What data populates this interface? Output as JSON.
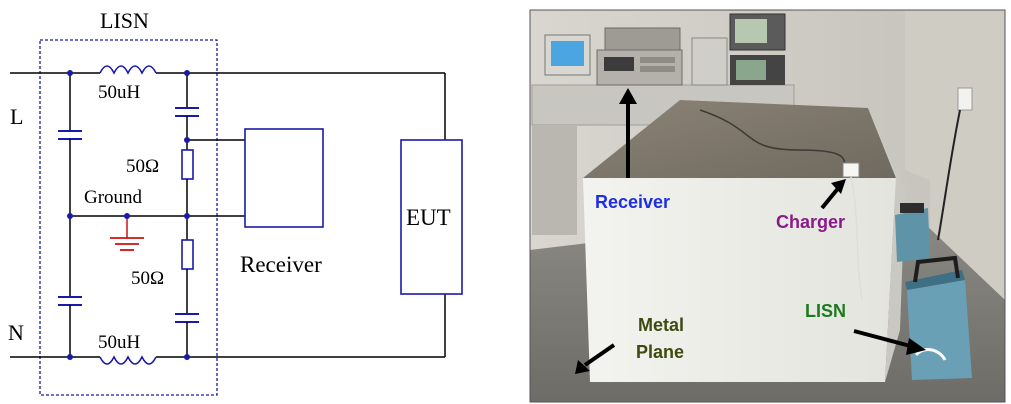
{
  "schematic": {
    "lisn_label": "LISN",
    "line_label": "L",
    "neutral_label": "N",
    "inductor_top_label": "50uH",
    "inductor_bottom_label": "50uH",
    "resistor_top_label": "50Ω",
    "resistor_bottom_label": "50Ω",
    "ground_label": "Ground",
    "receiver_label": "Receiver",
    "eut_label": "EUT"
  },
  "photo": {
    "labels": {
      "receiver": "Receiver",
      "charger": "Charger",
      "lisn": "LISN",
      "metal_plane_line1": "Metal",
      "metal_plane_line2": "Plane"
    },
    "label_colors": {
      "receiver": "#1d2fe0",
      "charger": "#8a1a8a",
      "lisn": "#1d7a1d",
      "metal_plane": "#3d4a10"
    }
  }
}
